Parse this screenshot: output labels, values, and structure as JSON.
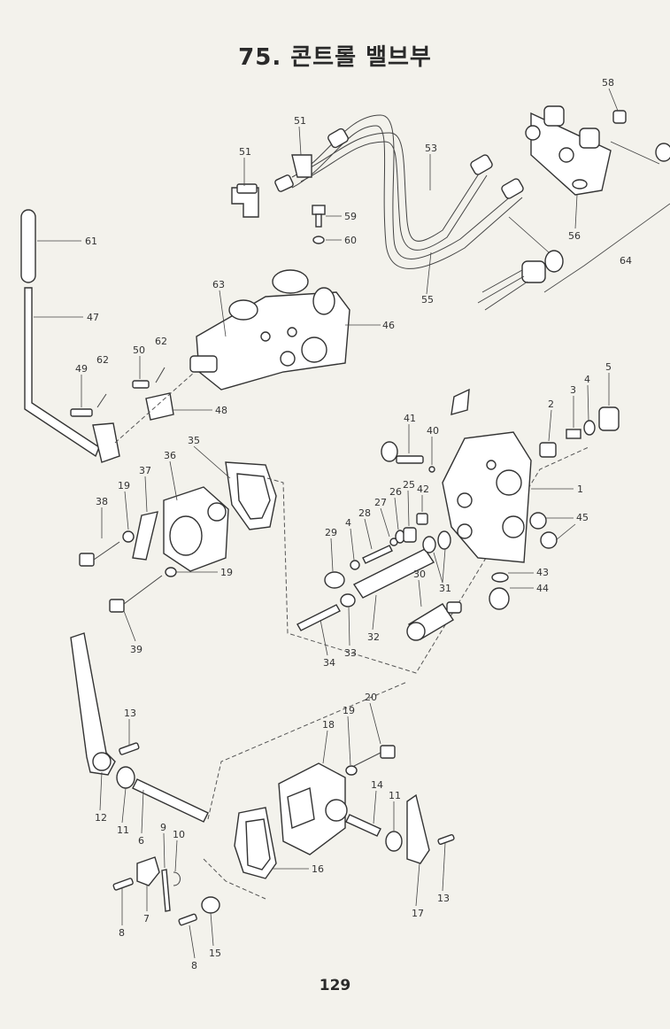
{
  "title": "75. 콘트롤 밸브부",
  "page_number": "129",
  "part_labels": {
    "p1": "1",
    "p2": "2",
    "p3": "3",
    "p4": "4",
    "p4b": "4",
    "p5": "5",
    "p6": "6",
    "p7": "7",
    "p8a": "8",
    "p8b": "8",
    "p9": "9",
    "p10": "10",
    "p11a": "11",
    "p11b": "11",
    "p12": "12",
    "p13a": "13",
    "p13b": "13",
    "p14": "14",
    "p15": "15",
    "p16": "16",
    "p17": "17",
    "p18": "18",
    "p19a": "19",
    "p19b": "19",
    "p19c": "19",
    "p20": "20",
    "p25": "25",
    "p26": "26",
    "p27": "27",
    "p28": "28",
    "p29": "29",
    "p30": "30",
    "p31": "31",
    "p32": "32",
    "p33": "33",
    "p34": "34",
    "p35": "35",
    "p36": "36",
    "p37": "37",
    "p38": "38",
    "p39": "39",
    "p40": "40",
    "p41": "41",
    "p42": "42",
    "p43": "43",
    "p44": "44",
    "p45": "45",
    "p46": "46",
    "p47": "47",
    "p48": "48",
    "p49": "49",
    "p50": "50",
    "p51a": "51",
    "p51b": "51",
    "p53": "53",
    "p55": "55",
    "p56": "56",
    "p58": "58",
    "p59": "59",
    "p60": "60",
    "p61": "61",
    "p62a": "62",
    "p62b": "62",
    "p63": "63",
    "p64": "64"
  }
}
